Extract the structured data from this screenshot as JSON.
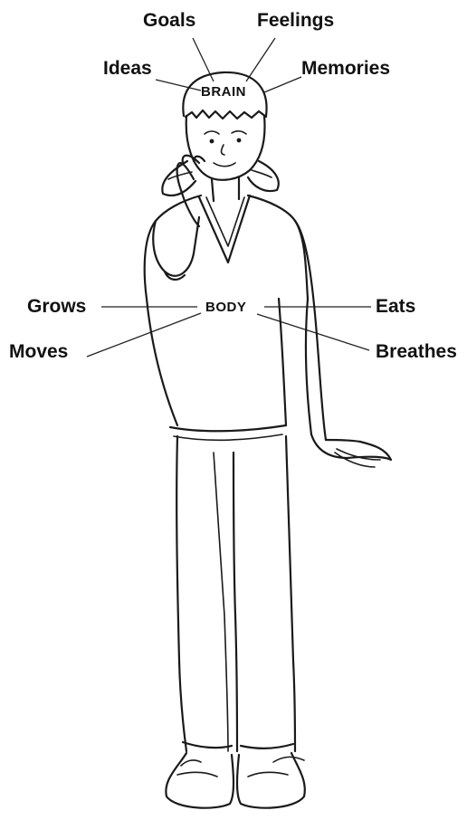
{
  "brain": {
    "label": "BRAIN",
    "functions": {
      "goals": "Goals",
      "feelings": "Feelings",
      "ideas": "Ideas",
      "memories": "Memories"
    }
  },
  "body": {
    "label": "BODY",
    "functions": {
      "grows": "Grows",
      "eats": "Eats",
      "moves": "Moves",
      "breathes": "Breathes"
    }
  }
}
